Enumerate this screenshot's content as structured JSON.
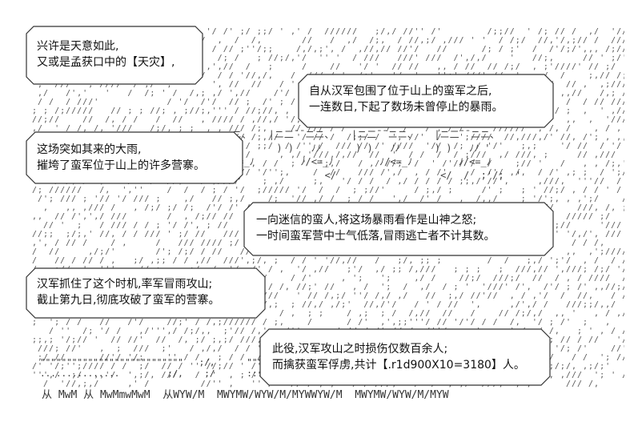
{
  "panels": [
    {
      "id": "p1",
      "lines": [
        "兴许是天意如此,",
        "又或是孟获口中的【天灾】,"
      ]
    },
    {
      "id": "p2",
      "lines": [
        "自从汉军包围了位于山上的蛮军之后,",
        "一连数日,下起了数场未曾停止的暴雨。"
      ]
    },
    {
      "id": "p3",
      "lines": [
        "这场突如其来的大雨,",
        "摧垮了蛮军位于山上的许多营寨。"
      ]
    },
    {
      "id": "p4",
      "lines": [
        "一向迷信的蛮人,将这场暴雨看作是山神之怒;",
        "一时间蛮军营中士气低落,冒雨逃亡者不计其数。"
      ]
    },
    {
      "id": "p5",
      "lines": [
        "汉军抓住了这个时机,率军冒雨攻山;",
        "截止第九日,彻底攻破了蛮军的营寨。"
      ]
    },
    {
      "id": "p6",
      "lines": [
        "此役,汉军攻山之时损伤仅数百余人;",
        "而擒获蛮军俘虏,共计【.r1d900X10=3180】人。"
      ]
    }
  ],
  "art": {
    "ridges": [
      "ニ、   |ニ二¯¯ニニ、   |ニ二¯¯ニニ、   |ニ二¯¯ニニ、",
      "ﾉﾉ      ) )   ﾉﾉ      ) )   ﾉﾉ      ) )   ﾉﾉ '",
      "|=_ﾉ        ﾉ/<=_ﾉ        ﾉ/<=_ﾉ        ﾉ/<=_ﾉ",
      "</              </                  </  /  ;'/;  '"
    ],
    "ground": [
      "\"\"\"\"\"\"\"\"\"\"\"\"\"\"\"\"\"\"\"\"\"\"\"\"\"\"\"   ;/,      \"\"\"\"\"",
      "...............         ;/,    ;/      ::::从 MwM 从  M",
      "从 MwM 从 MwMmwMwM  从WYW/M  MWYMW/WYW/M/MYWWYW/M  MWYMW/WYW/M/MYW"
    ]
  }
}
